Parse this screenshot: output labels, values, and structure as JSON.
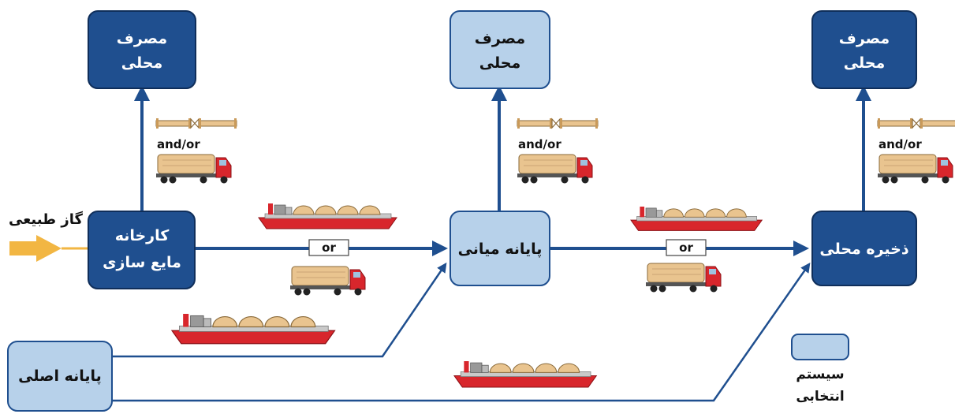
{
  "labels": {
    "local_consumption": [
      "مصرف",
      "محلی"
    ],
    "natural_gas": "گاز طبیعی",
    "liquefaction_plant": [
      "کارخانه",
      "مایع سازی"
    ],
    "intermediate_terminal": "پایانه میانی",
    "local_storage": "ذخیره محلی",
    "main_terminal": "پایانه اصلی",
    "legend_optional_system": [
      "سیستم",
      "انتخابی"
    ],
    "and_or": "and/or",
    "or": "or"
  },
  "colors": {
    "dark_box": "#1f4f8f",
    "light_box": "#b7d1ea",
    "arrow": "#1f4f8f",
    "gas_arrow": "#f2b643",
    "ship_hull": "#d8262c",
    "tank": "#e9c48f",
    "truck_cab": "#d8262c"
  },
  "icons": {
    "pipeline": "pipeline-icon",
    "truck": "lng-truck-icon",
    "ship": "lng-ship-icon"
  }
}
